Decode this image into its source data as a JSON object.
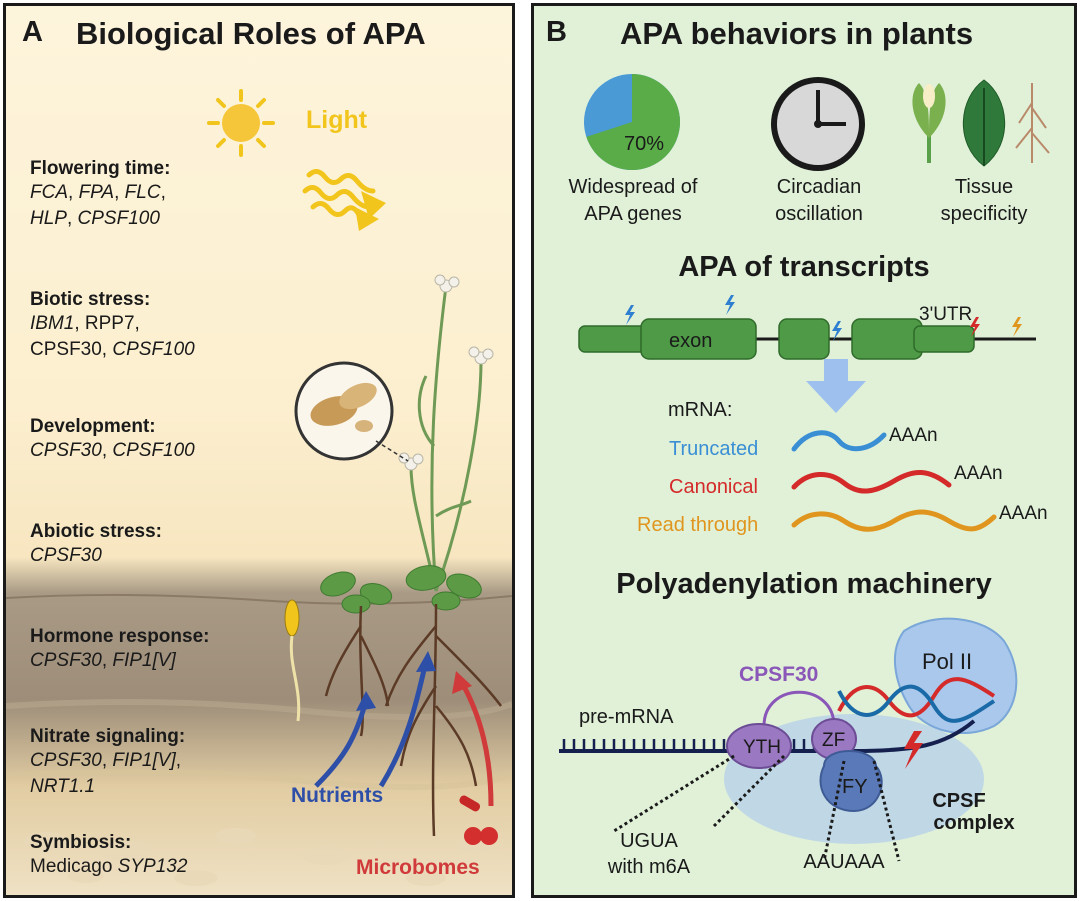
{
  "panelA": {
    "letter": "A",
    "title": "Biological Roles of APA",
    "light_label": "Light",
    "categories": [
      {
        "name": "Flowering time:",
        "line1": [
          {
            "t": "FCA",
            "i": true
          },
          {
            "t": ", ",
            "i": false
          },
          {
            "t": "FPA",
            "i": true
          },
          {
            "t": ", ",
            "i": false
          },
          {
            "t": "FLC",
            "i": true
          },
          {
            "t": ",",
            "i": false
          }
        ],
        "line2": [
          {
            "t": "HLP",
            "i": true
          },
          {
            "t": ", ",
            "i": false
          },
          {
            "t": "CPSF100",
            "i": true
          }
        ]
      },
      {
        "name": "Biotic stress:",
        "line1": [
          {
            "t": "IBM1",
            "i": true
          },
          {
            "t": ", RPP7,",
            "i": false
          }
        ],
        "line2": [
          {
            "t": "CPSF30, ",
            "i": false
          },
          {
            "t": "CPSF100",
            "i": true
          }
        ]
      },
      {
        "name": "Development:",
        "line1": [
          {
            "t": "CPSF30",
            "i": true
          },
          {
            "t": ", ",
            "i": false
          },
          {
            "t": "CPSF100",
            "i": true
          }
        ],
        "line2": []
      },
      {
        "name": "Abiotic stress:",
        "line1": [
          {
            "t": "CPSF30",
            "i": true
          }
        ],
        "line2": []
      },
      {
        "name": "Hormone response:",
        "line1": [
          {
            "t": "CPSF30",
            "i": true
          },
          {
            "t": ", ",
            "i": false
          },
          {
            "t": "FIP1[V]",
            "i": true
          }
        ],
        "line2": []
      },
      {
        "name": "Nitrate signaling:",
        "line1": [
          {
            "t": "CPSF30",
            "i": true
          },
          {
            "t": ", ",
            "i": false
          },
          {
            "t": "FIP1[V]",
            "i": true
          },
          {
            "t": ",",
            "i": false
          }
        ],
        "line2": [
          {
            "t": "NRT1.1",
            "i": true
          }
        ]
      },
      {
        "name": "Symbiosis:",
        "line1": [
          {
            "t": "Medicago ",
            "i": false
          },
          {
            "t": "SYP132",
            "i": true
          }
        ],
        "line2": []
      }
    ],
    "nutrients_label": "Nutrients",
    "microbiomes_label": "Microbomes"
  },
  "panelB": {
    "letter": "B",
    "title": "APA behaviors in plants",
    "pie_percent_label": "70%",
    "pie_fraction": 0.7,
    "features": [
      {
        "line1": "Widespread of",
        "line2": "APA genes"
      },
      {
        "line1": "Circadian",
        "line2": "oscillation"
      },
      {
        "line1": "Tissue",
        "line2": "specificity"
      }
    ],
    "transcripts_title": "APA of transcripts",
    "exon_label": "exon",
    "utr_label": "3'UTR",
    "mrna_label": "mRNA:",
    "isoforms": [
      {
        "name": "Truncated",
        "color": "#3a8fd4",
        "tail": "AAAn"
      },
      {
        "name": "Canonical",
        "color": "#d42a2a",
        "tail": "AAAn"
      },
      {
        "name": "Read through",
        "color": "#e0961e",
        "tail": "AAAn"
      }
    ],
    "machinery_title": "Polyadenylation machinery",
    "cpsf30_label": "CPSF30",
    "pol2_label": "Pol II",
    "pre_mrna_label": "pre-mRNA",
    "yth_label": "YTH",
    "zf_label": "ZF",
    "fy_label": "FY",
    "cpsf_line1": "CPSF",
    "cpsf_line2": "complex",
    "ugua_line1": "UGUA",
    "ugua_line2": "with m6A",
    "aauaaa_label": "AAUAAA"
  },
  "colors": {
    "light_yellow": "#f2c51d",
    "nutrients_blue": "#2e4fa8",
    "microbiome_red": "#d03a3a",
    "exon_green": "#4e9a47",
    "cpsf30_purple": "#8a57b8"
  }
}
